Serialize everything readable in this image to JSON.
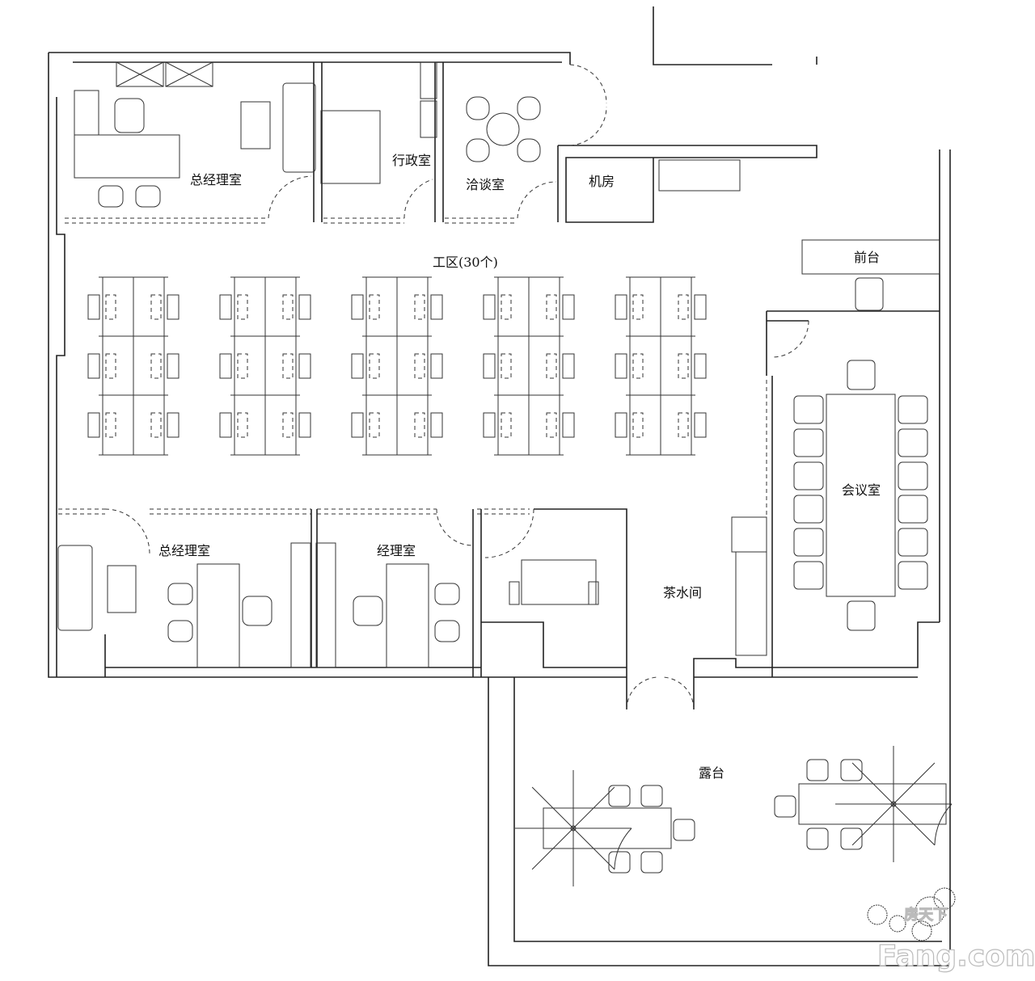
{
  "rooms": {
    "gm_office_top": "总经理室",
    "admin": "行政室",
    "meeting_small": "洽谈室",
    "server": "机房",
    "reception": "前台",
    "workspace": "工区(30个)",
    "conference": "会议室",
    "gm_office_bottom": "总经理室",
    "manager": "经理室",
    "pantry": "茶水间",
    "terrace": "露台"
  },
  "watermark": {
    "cn": "房天下",
    "en": "Fang.com"
  },
  "workstations": {
    "columns": 5,
    "rows": 3,
    "total": 30
  }
}
